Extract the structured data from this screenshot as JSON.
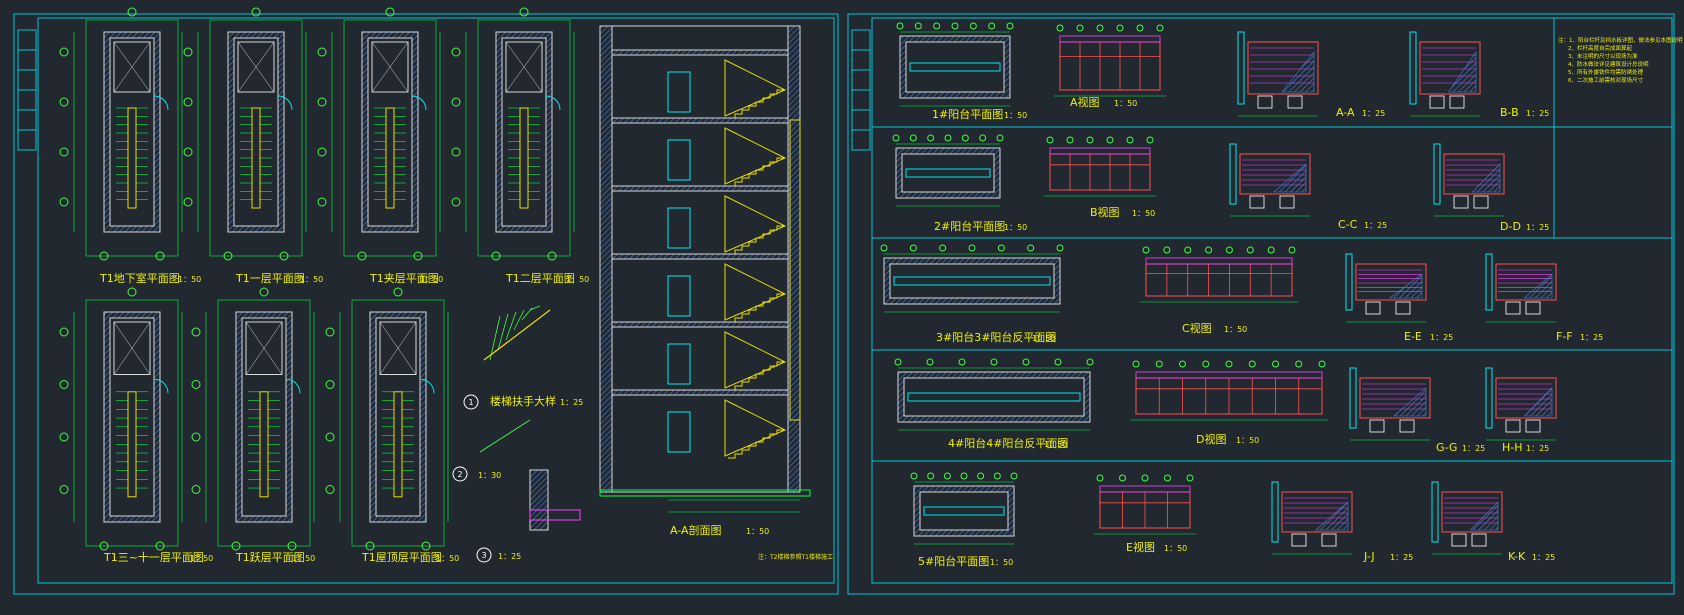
{
  "colors": {
    "background": "#212830",
    "frame": "#00c8d8",
    "wall": "#d8d8d8",
    "hatch": "#4a7fd0",
    "dim": "#00ff40",
    "stair": "#e8e000",
    "red": "#ff5050",
    "magenta": "#ff40ff",
    "green": "#40ff40",
    "cyan": "#00e8f0",
    "white": "#ffffff",
    "yellow": "#f0f000"
  },
  "left_sheet": {
    "plans_top": [
      {
        "title": "T1地下室平面图",
        "scale": "1：50"
      },
      {
        "title": "T1一层平面图",
        "scale": "1：50"
      },
      {
        "title": "T1夹层平面图",
        "scale": "1：50"
      },
      {
        "title": "T1二层平面图",
        "scale": "1：50"
      }
    ],
    "plans_bottom": [
      {
        "title": "T1三~十一层平面图",
        "scale": "1：50"
      },
      {
        "title": "T1跃层平面图",
        "scale": "1：50"
      },
      {
        "title": "T1屋顶层平面图",
        "scale": "1：50"
      }
    ],
    "details": [
      {
        "title": "楼梯扶手大样",
        "scale": "1：25",
        "marker": "1"
      },
      {
        "title": "",
        "scale": "1：30",
        "marker": "2"
      },
      {
        "title": "",
        "scale": "1：25",
        "marker": "3"
      }
    ],
    "section": {
      "title": "A-A剖面图",
      "scale": "1：50",
      "note": "注：T2楼梯参照T1楼梯施工"
    }
  },
  "right_sheet": {
    "rows": [
      {
        "plan": {
          "title": "1#阳台平面图",
          "scale": "1：50"
        },
        "elev": {
          "title": "A视图",
          "scale": "1：50"
        },
        "sec1": {
          "title": "A-A",
          "scale": "1：25"
        },
        "sec2": {
          "title": "B-B",
          "scale": "1：25"
        }
      },
      {
        "plan": {
          "title": "2#阳台平面图",
          "scale": "1：50"
        },
        "elev": {
          "title": "B视图",
          "scale": "1：50"
        },
        "sec1": {
          "title": "C-C",
          "scale": "1：25"
        },
        "sec2": {
          "title": "D-D",
          "scale": "1：25"
        }
      },
      {
        "plan": {
          "title": "3#阳台3#阳台反平面图",
          "scale": "1：50"
        },
        "elev": {
          "title": "C视图",
          "scale": "1：50"
        },
        "sec1": {
          "title": "E-E",
          "scale": "1：25"
        },
        "sec2": {
          "title": "F-F",
          "scale": "1：25"
        }
      },
      {
        "plan": {
          "title": "4#阳台4#阳台反平面图",
          "scale": "1：50"
        },
        "elev": {
          "title": "D视图",
          "scale": "1：50"
        },
        "sec1": {
          "title": "G-G",
          "scale": "1：25"
        },
        "sec2": {
          "title": "H-H",
          "scale": "1：25"
        }
      },
      {
        "plan": {
          "title": "5#阳台平面图",
          "scale": "1：50"
        },
        "elev": {
          "title": "E视图",
          "scale": "1：50"
        },
        "sec1": {
          "title": "J-J",
          "scale": "1：25"
        },
        "sec2": {
          "title": "K-K",
          "scale": "1：25"
        }
      }
    ],
    "notes": [
      "注：1、阳台栏杆及挡水板详图，做法参见本图说明",
      "2、栏杆高度自完成面算起",
      "3、未注明的尺寸以现场为准",
      "4、防水做法详见建筑设计总说明",
      "5、所有外露铁件均需防锈处理",
      "6、二次施工前需核对现场尺寸"
    ]
  }
}
